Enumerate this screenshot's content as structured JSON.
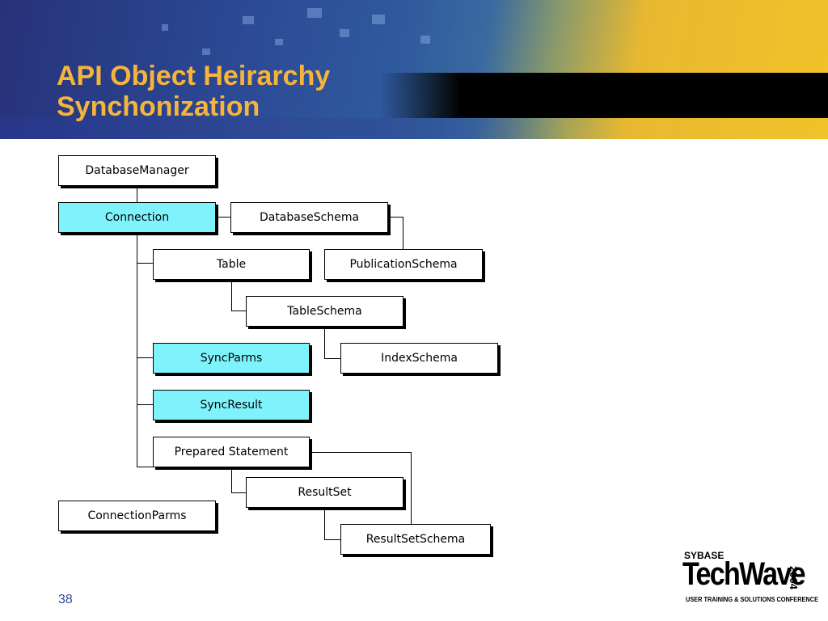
{
  "slide": {
    "title_line1": "API Object Heirarchy",
    "title_line2": "Synchonization",
    "page_number": "38"
  },
  "diagram": {
    "nodes": {
      "database_manager": "DatabaseManager",
      "connection": "Connection",
      "database_schema": "DatabaseSchema",
      "table": "Table",
      "publication_schema": "PublicationSchema",
      "table_schema": "TableSchema",
      "sync_parms": "SyncParms",
      "index_schema": "IndexSchema",
      "sync_result": "SyncResult",
      "prepared_statement": "Prepared Statement",
      "result_set": "ResultSet",
      "connection_parms": "ConnectionParms",
      "result_set_schema": "ResultSetSchema"
    },
    "highlight_color": "#7ff3fb"
  },
  "logo": {
    "brand": "SYBASE",
    "product": "TechWave",
    "year": "2004",
    "tagline": "USER TRAINING & SOLUTIONS CONFERENCE"
  },
  "colors": {
    "title": "#f6b53a",
    "page_number": "#2e4b9a"
  }
}
